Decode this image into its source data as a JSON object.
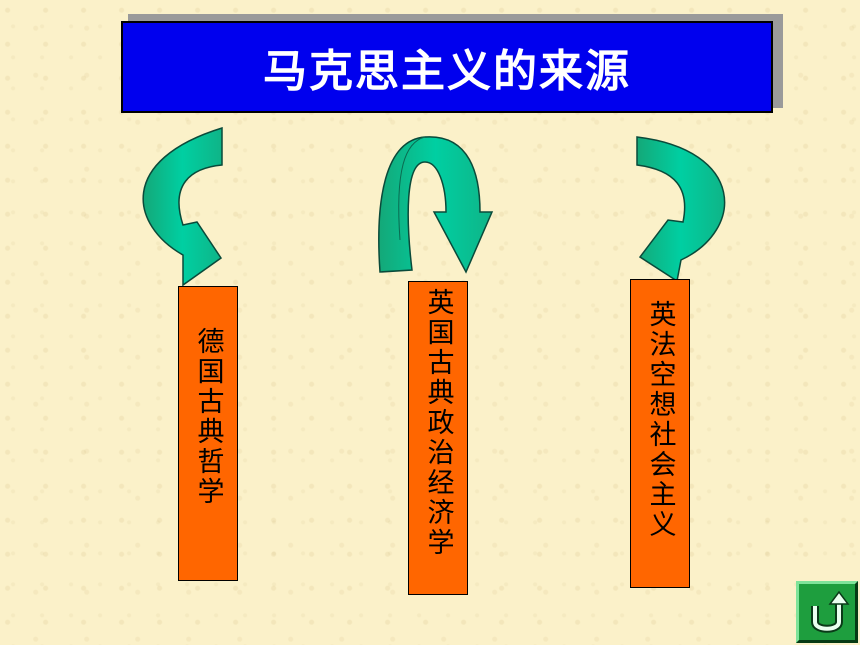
{
  "title": "马克思主义的来源",
  "sources": [
    {
      "label": "德国古典哲学"
    },
    {
      "label": "英国古典政治经济学"
    },
    {
      "label": "英法空想社会主义"
    }
  ],
  "colors": {
    "background": "#fbf1c9",
    "title_box": "#0000ee",
    "source_box": "#ff6600",
    "arrow_fill": "#00c8a0",
    "back_button": "#1e9e3e"
  },
  "icons": {
    "back_button": "return-arrow-icon",
    "connector": "curved-arrow-icon"
  }
}
